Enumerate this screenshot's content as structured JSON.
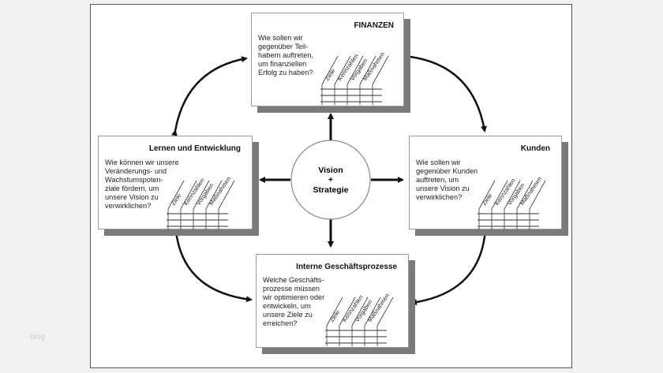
{
  "center": {
    "line1": "Vision",
    "line2": "+",
    "line3": "Strategie"
  },
  "columns": [
    "Ziele",
    "Kennzahlen",
    "Vorgaben",
    "Maßnahmen"
  ],
  "boxes": {
    "finanzen": {
      "title": "FINANZEN",
      "question": "Wie sollen wir\ngegenüber Teil-\nhabern auftreten,\num finanziellen\nErfolg zu haben?"
    },
    "lernen": {
      "title": "Lernen und Entwicklung",
      "question": "Wie können wir unsere\nVeränderungs- und\nWachstumspoten-\nziale fördern, um\nunsere Vision zu\nverwirklichen?"
    },
    "kunden": {
      "title": "Kunden",
      "question": "Wie sollen wir\ngegenüber Kunden\nauftreten, um\nunsere Vision zu\nverwirklichen?"
    },
    "prozesse": {
      "title": "Interne Geschäftsprozesse",
      "question": "Welche Geschäfts-\nprozesse müssen\nwir optimieren oder\nentwickeln, um\nunsere Ziele zu\nerreichen?"
    }
  },
  "watermark": "blog"
}
